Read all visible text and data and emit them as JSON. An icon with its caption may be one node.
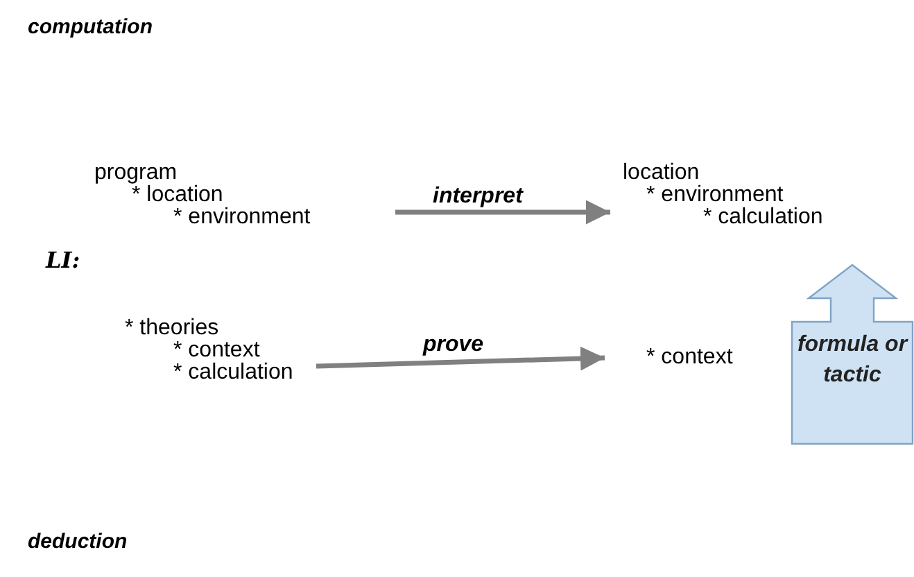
{
  "diagram": {
    "nodes": [
      {
        "text": [
          "program",
          "* location",
          "* environment"
        ]
      },
      {
        "text": [
          "location",
          "* environment",
          "* calculation"
        ]
      },
      {
        "text": [
          "* theories",
          "* context",
          "* calculation"
        ]
      },
      {
        "text": [
          "* context"
        ]
      },
      {
        "text": [
          "formula or tactic"
        ]
      }
    ],
    "edges": [
      {
        "from": 0,
        "to": 1,
        "arrow": "to",
        "label": "interpret"
      },
      {
        "from": 2,
        "to": 3,
        "arrow": "to",
        "label": "prove"
      }
    ],
    "labels": [
      "computation",
      "LI:",
      "deduction"
    ]
  }
}
